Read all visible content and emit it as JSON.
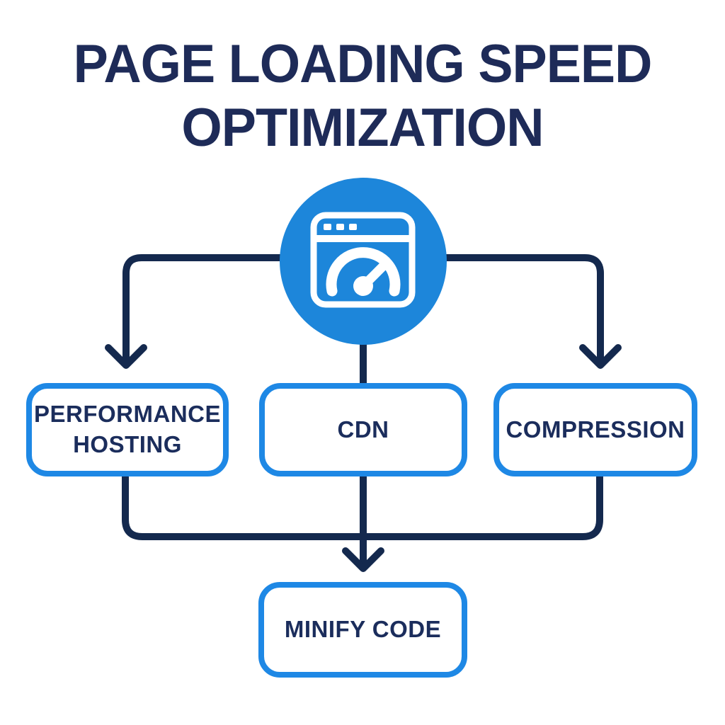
{
  "title": {
    "line1": "PAGE LOADING SPEED",
    "line2": "OPTIMIZATION"
  },
  "root": {
    "icon": "speedometer-browser-icon"
  },
  "nodes": [
    {
      "id": "performance-hosting",
      "label": "PERFORMANCE HOSTING"
    },
    {
      "id": "cdn",
      "label": "CDN"
    },
    {
      "id": "compression",
      "label": "COMPRESSION"
    },
    {
      "id": "minify-code",
      "label": "MINIFY CODE"
    }
  ],
  "edges": [
    {
      "from": "root",
      "to": "performance-hosting"
    },
    {
      "from": "root",
      "to": "cdn"
    },
    {
      "from": "root",
      "to": "compression"
    },
    {
      "from": "performance-hosting",
      "to": "minify-code"
    },
    {
      "from": "cdn",
      "to": "minify-code"
    },
    {
      "from": "compression",
      "to": "minify-code"
    }
  ],
  "colors": {
    "background": "#FFFFFF",
    "accent_blue": "#1E88E5",
    "circle_blue": "#1D86DA",
    "line_navy": "#14294E",
    "text_navy": "#1B2D5C",
    "title_navy": "#1E2B58",
    "icon_white": "#FFFFFF"
  }
}
